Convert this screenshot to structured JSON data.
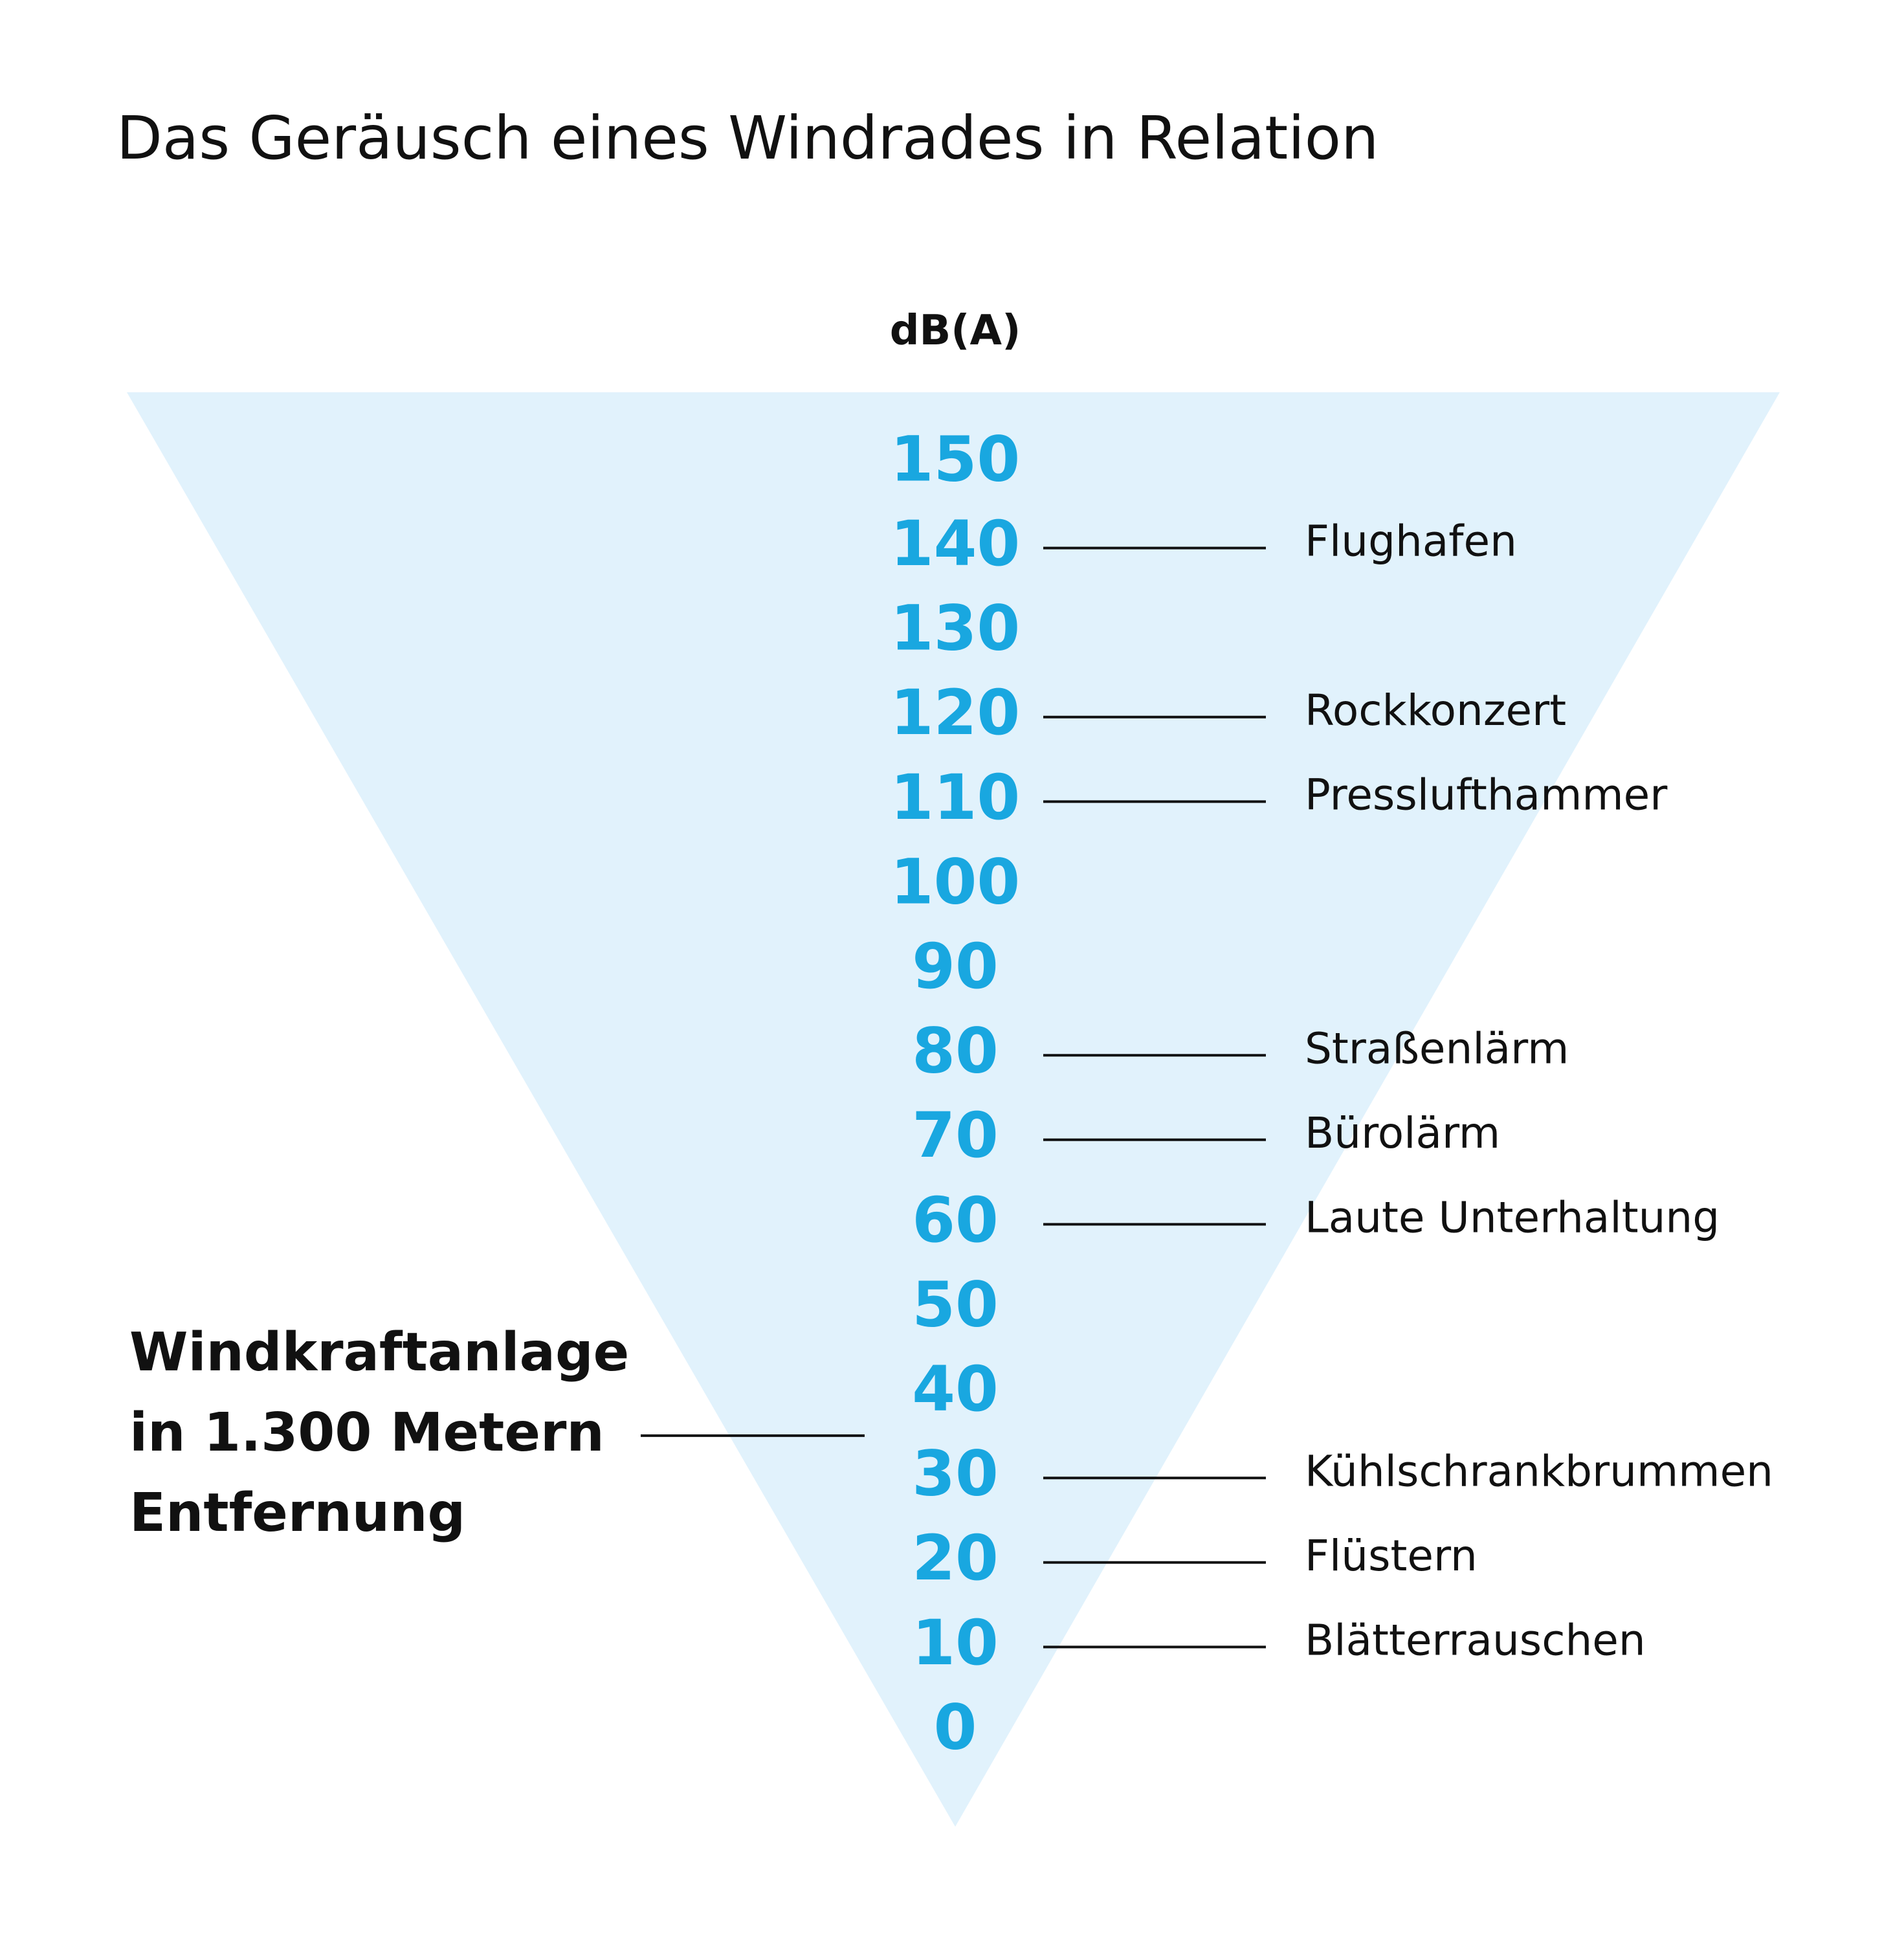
{
  "title": "Das Geräusch eines Windrades in Relation",
  "unit_label": "dB(A)",
  "colors": {
    "funnel_fill": "#e1f2fc",
    "scale_text": "#19a7e0",
    "text": "#111111",
    "lines": "#111111"
  },
  "chart_data": {
    "type": "scale",
    "title": "Das Geräusch eines Windrades in Relation",
    "unit": "dB(A)",
    "ticks": [
      150,
      140,
      130,
      120,
      110,
      100,
      90,
      80,
      70,
      60,
      50,
      40,
      30,
      20,
      10,
      0
    ],
    "annotations": [
      {
        "value": 140,
        "label": "Flughafen"
      },
      {
        "value": 120,
        "label": "Rockkonzert"
      },
      {
        "value": 110,
        "label": "Presslufthammer"
      },
      {
        "value": 80,
        "label": "Straßenlärm"
      },
      {
        "value": 70,
        "label": "Bürolärm"
      },
      {
        "value": 60,
        "label": "Laute Unterhaltung"
      },
      {
        "value": 30,
        "label": "Kühlschrankbrummen"
      },
      {
        "value": 20,
        "label": "Flüstern"
      },
      {
        "value": 10,
        "label": "Blätterrauschen"
      }
    ],
    "highlight": {
      "value": 35,
      "label_lines": [
        "Windkraftanlage",
        "in 1.300 Metern",
        "Entfernung"
      ]
    }
  }
}
